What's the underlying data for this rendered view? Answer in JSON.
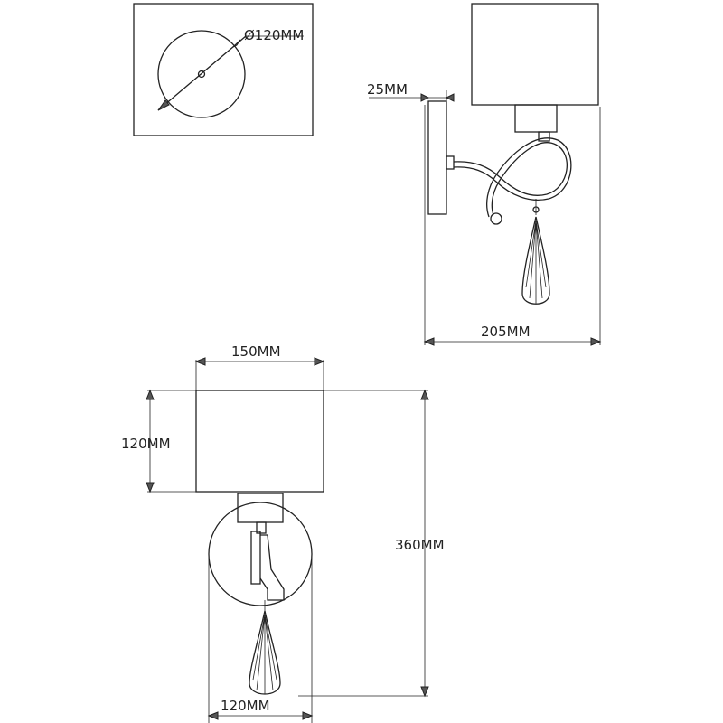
{
  "top_view": {
    "diameter_label": "Ø120MM"
  },
  "side_view": {
    "depth_label": "25MM",
    "width_label": "205MM"
  },
  "front_view": {
    "shade_width_label": "150MM",
    "shade_height_label": "120MM",
    "total_height_label": "360MM",
    "base_width_label": "120MM"
  }
}
